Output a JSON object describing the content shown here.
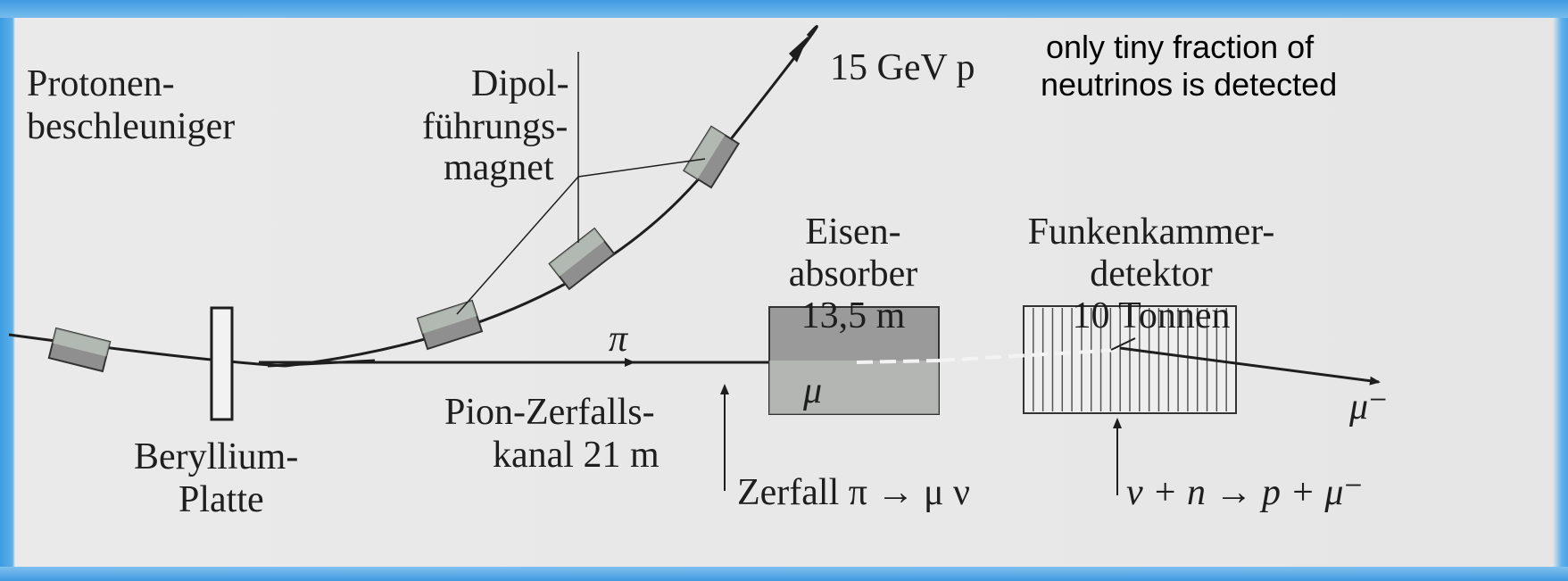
{
  "slide": {
    "note_line1": "only tiny fraction of",
    "note_line2": "neutrinos is detected"
  },
  "labels": {
    "accelerator_l1": "Protonen-",
    "accelerator_l2": "beschleuniger",
    "dipole_l1": "Dipol-",
    "dipole_l2": "führungs-",
    "dipole_l3": "magnet",
    "beam_out": "15 GeV p",
    "iron_l1": "Eisen-",
    "iron_l2": "absorber",
    "iron_l3": "13,5 m",
    "spark_l1": "Funkenkammer-",
    "spark_l2": "detektor",
    "spark_l3": "10 Tonnen",
    "pi": "π",
    "mu_inside": "μ",
    "mu_out": "μ⁻",
    "pion_channel_l1": "Pion-Zerfalls-",
    "pion_channel_l2": "kanal 21 m",
    "beryllium_l1": "Beryllium-",
    "beryllium_l2": "Platte",
    "decay": "Zerfall π → μ ν",
    "reaction": "ν + n → p + μ⁻"
  },
  "colors": {
    "frame": "#4aa3e3",
    "background": "#e6e6e6",
    "ink": "#1e1e1e",
    "magnet_fill": "#8f8f8f",
    "absorber_fill": "#9a9a9a"
  }
}
